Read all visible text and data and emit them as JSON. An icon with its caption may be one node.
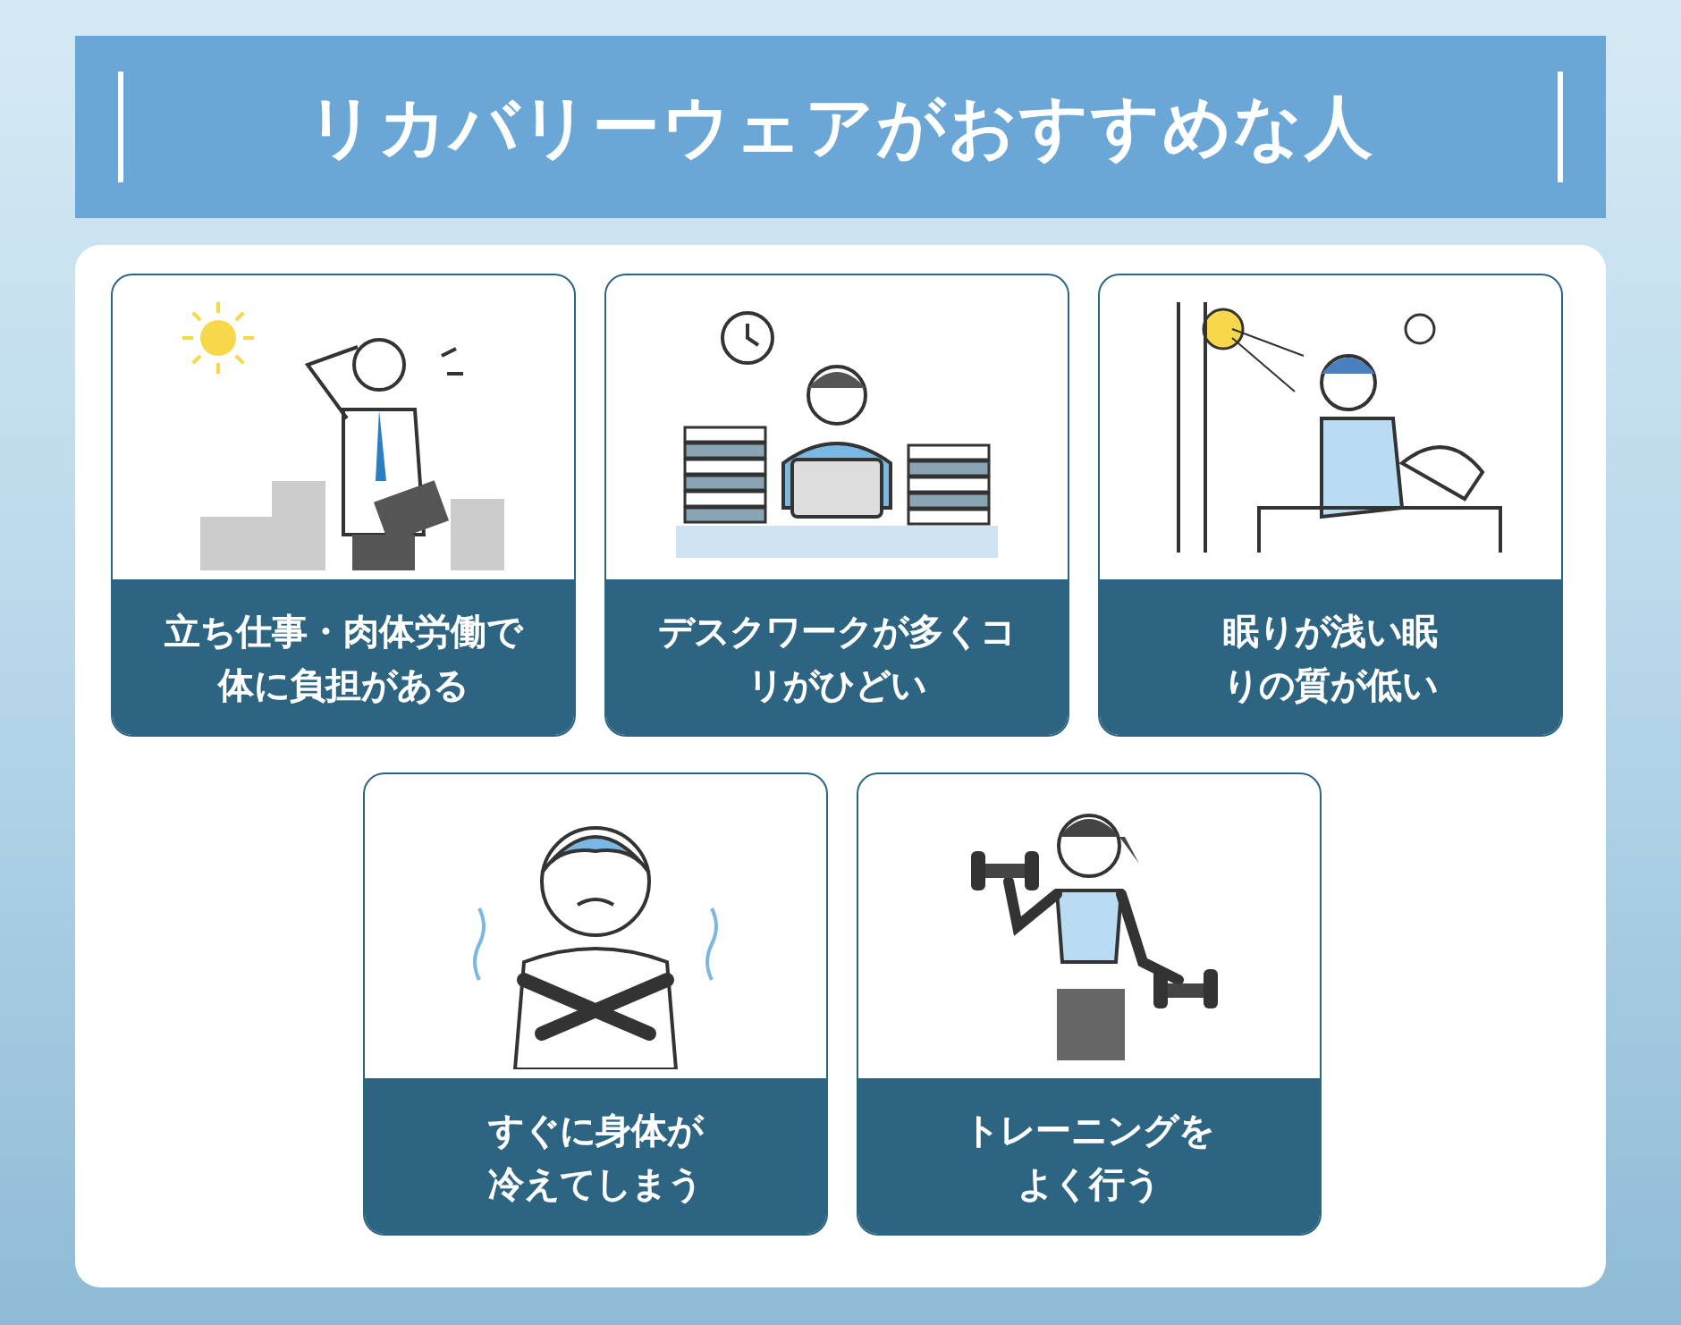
{
  "diagram": {
    "title": "リカバリーウェアがおすすめな人",
    "nodes": [
      {
        "text": [
          "立ち仕事・肉体労働で体に負担がある"
        ]
      },
      {
        "text": [
          "デスクワークが多くコリがひどい"
        ]
      },
      {
        "text": [
          "眠りが浅い眠りの質が低い"
        ]
      },
      {
        "text": [
          "すぐに身体が冷えてしまう"
        ]
      },
      {
        "text": [
          "トレーニングをよく行う"
        ]
      }
    ]
  }
}
